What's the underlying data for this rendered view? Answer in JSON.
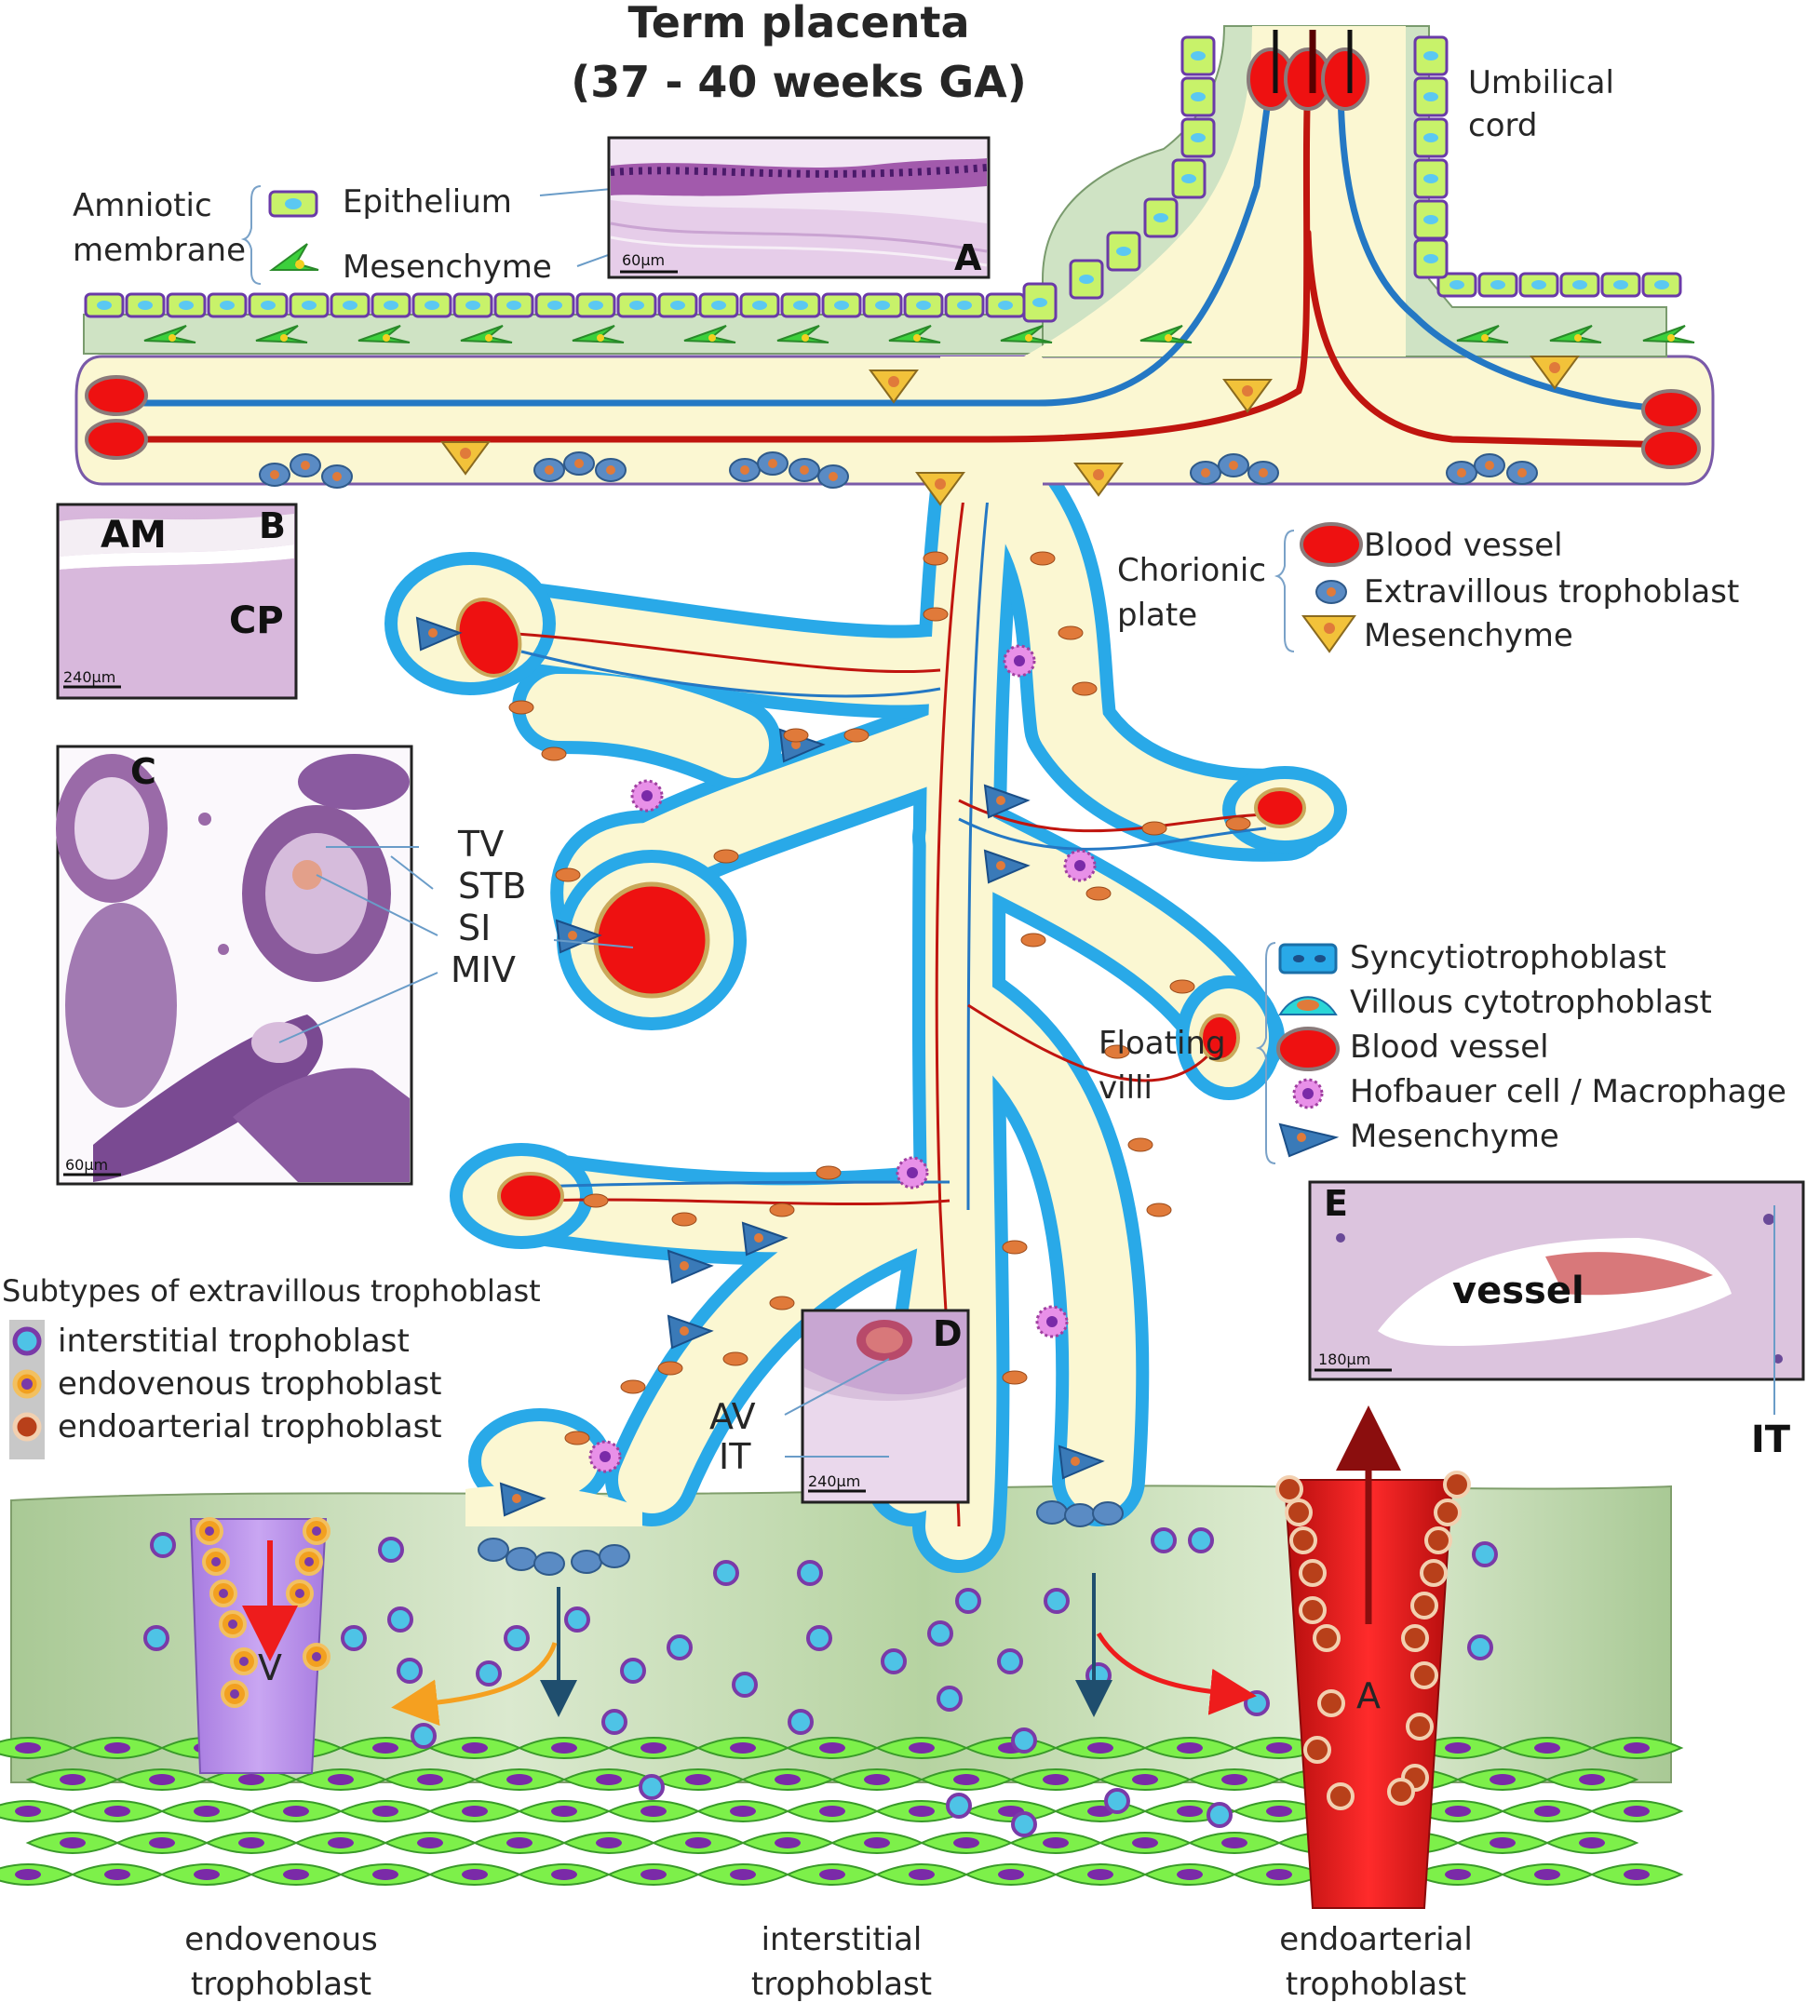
{
  "title": {
    "line1": "Term placenta",
    "line2": "(37 - 40 weeks GA)"
  },
  "umbilical_cord": [
    "Umbilical",
    "cord"
  ],
  "amniotic_membrane": {
    "group_label": [
      "Amniotic",
      "membrane"
    ],
    "items": [
      "Epithelium",
      "Mesenchyme"
    ]
  },
  "chorionic_plate": {
    "group_label": [
      "Chorionic",
      "plate"
    ],
    "items": [
      "Blood vessel",
      "Extravillous trophoblast",
      "Mesenchyme"
    ]
  },
  "floating_villi": {
    "group_label": [
      "Floating",
      "villi"
    ],
    "items": [
      "Syncytiotrophoblast",
      "Villous cytotrophoblast",
      "Blood vessel",
      "Hofbauer cell / Macrophage",
      "Mesenchyme"
    ]
  },
  "evt_subtypes": {
    "heading": "Subtypes of extravillous trophoblast",
    "items": [
      "interstitial trophoblast",
      "endovenous trophoblast",
      "endoarterial trophoblast"
    ]
  },
  "panels": {
    "A": {
      "letter": "A",
      "scale": "60µm"
    },
    "B": {
      "letter": "B",
      "scale": "240µm",
      "labels": [
        "AM",
        "CP"
      ]
    },
    "C": {
      "letter": "C",
      "scale": "60µm"
    },
    "D": {
      "letter": "D",
      "scale": "240µm"
    },
    "E": {
      "letter": "E",
      "scale": "180µm",
      "inner_label": "vessel"
    }
  },
  "panel_c_labels": [
    "TV",
    "STB",
    "SI",
    "MIV"
  ],
  "panel_d_labels": [
    "AV",
    "IT"
  ],
  "panel_e_outside_label": "IT",
  "vessel_letters": {
    "vein": "V",
    "artery": "A"
  },
  "bottom_labels": {
    "endovenous": [
      "endovenous",
      "trophoblast"
    ],
    "interstitial": [
      "interstitial",
      "trophoblast"
    ],
    "endoarterial": [
      "endoarterial",
      "trophoblast"
    ]
  },
  "colors": {
    "stroma": "#fbf7d2",
    "amnion_band": "#cfe3c4",
    "epithelium": "#c8f26a",
    "syncytio": "#29a9e8",
    "artery": "#c0150f",
    "vein": "#2478c4",
    "vessel_red": "#ee1111",
    "decidua": "#bcd6a6",
    "hofbauer": "#e890e8",
    "myometrium_cell": "#7df04a"
  }
}
